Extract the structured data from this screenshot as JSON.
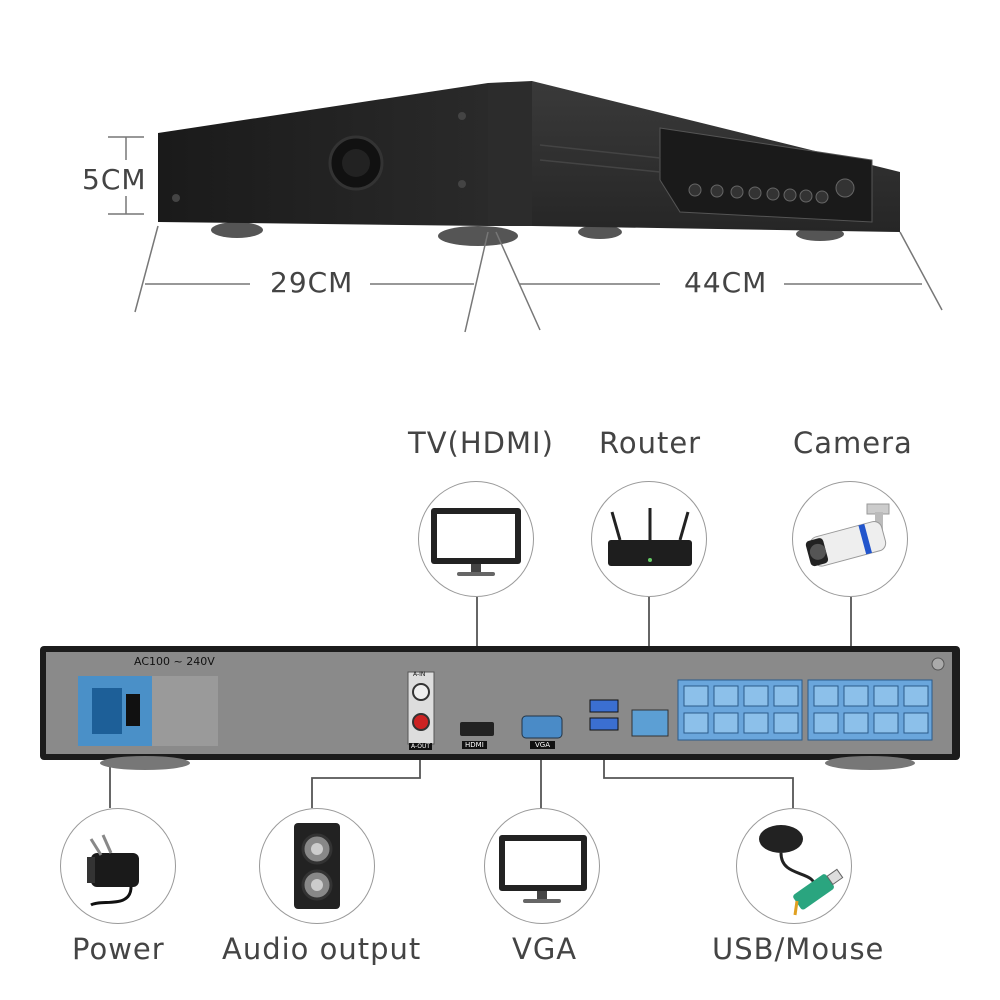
{
  "dimensions": {
    "height": "5CM",
    "depth": "29CM",
    "width": "44CM"
  },
  "rear_panel": {
    "power_rating": "AC100 ~ 240V",
    "port_labels": {
      "audio_in": "A-IN",
      "audio_out": "A-OUT",
      "hdmi": "HDMI",
      "vga": "VGA"
    },
    "poe_port_count": 16
  },
  "connections": {
    "tv_hdmi": "TV(HDMI)",
    "router": "Router",
    "camera": "Camera",
    "power": "Power",
    "audio_output": "Audio output",
    "vga": "VGA",
    "usb_mouse": "USB/Mouse"
  },
  "icons": {
    "tv": "monitor-icon",
    "router": "router-icon",
    "camera": "bullet-camera-icon",
    "power": "power-adapter-icon",
    "audio": "speaker-icon",
    "vga": "vga-monitor-icon",
    "usb": "mouse-usb-icon"
  }
}
